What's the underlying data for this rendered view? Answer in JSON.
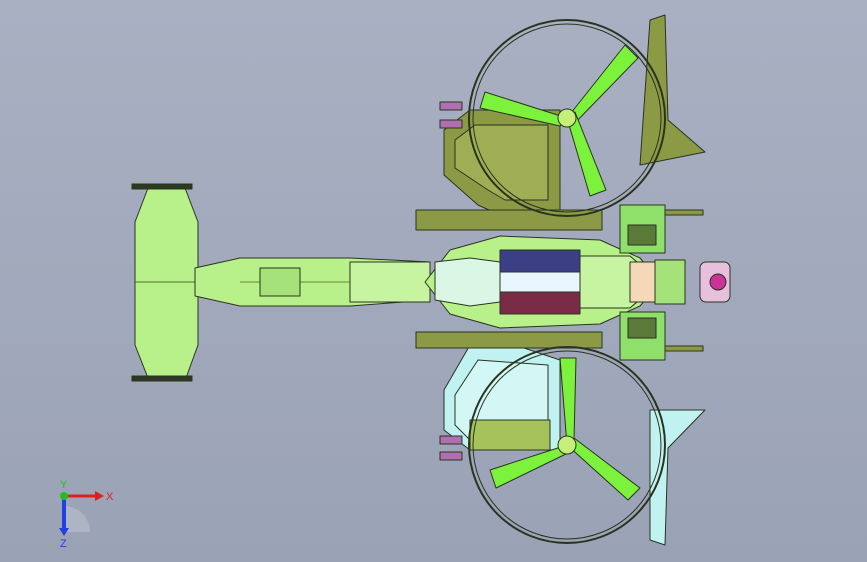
{
  "viewport": {
    "background_color": "#a3aabd",
    "model_colors": {
      "light_green": "#b8f08a",
      "bright_green": "#7cf23c",
      "olive": "#8c9a46",
      "cyan": "#bff2f0",
      "navy": "#3a3f86",
      "maroon": "#7a2c46",
      "magenta": "#cc3399"
    }
  },
  "triad": {
    "x_label": "X",
    "y_label": "Y",
    "z_label": "Z",
    "x_color": "#e02020",
    "y_color": "#20c020",
    "z_color": "#2040e0"
  }
}
